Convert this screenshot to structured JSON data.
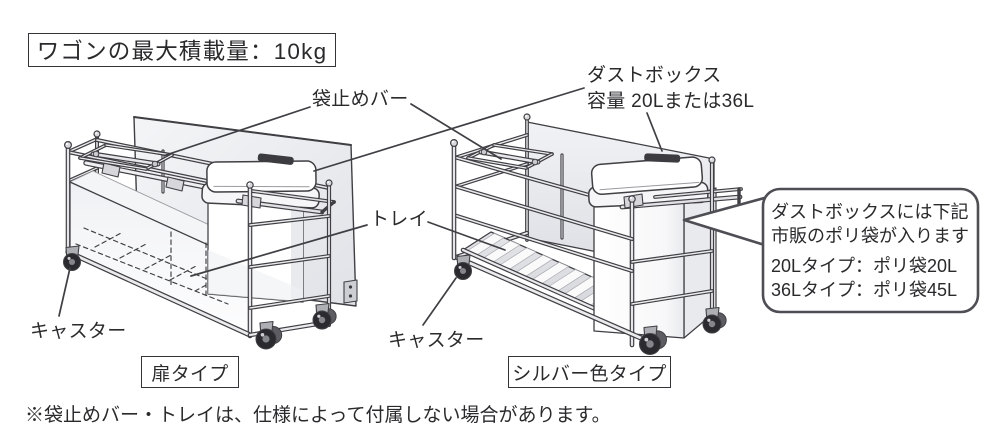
{
  "page": {
    "background": "#ffffff",
    "ink_color": "#3f3f44",
    "text_color": "#2a2a2c"
  },
  "title_box": {
    "text": "ワゴンの最大積載量：10kg"
  },
  "labels": {
    "bag_stopper": "袋止めバー",
    "dust_box_line1": "ダストボックス",
    "dust_box_line2": "容量 20Lまたは36L",
    "tray": "トレイ",
    "caster_left": "キャスター",
    "caster_right": "キャスター"
  },
  "variants": {
    "left_type": "扉タイプ",
    "right_type": "シルバー色タイプ"
  },
  "callout": {
    "line1": "ダストボックスには下記",
    "line2": "市販のポリ袋が入ります",
    "items": [
      "20Lタイプ：ポリ袋20L",
      "36Lタイプ：ポリ袋45L"
    ]
  },
  "footnote": "※袋止めバー・トレイは、仕様によって付属しない場合があります。"
}
